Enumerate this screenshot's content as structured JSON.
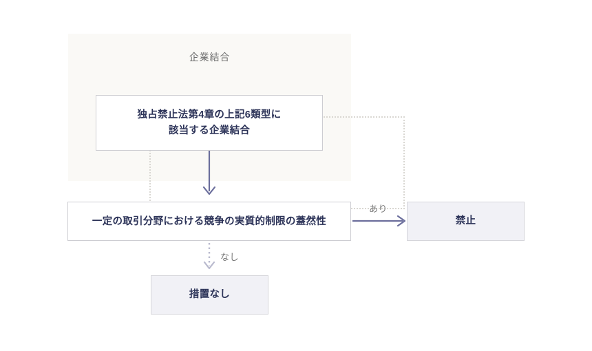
{
  "diagram": {
    "title": "企業結合",
    "group": {
      "label": "企業結合",
      "panel_color": "#faf9f6"
    },
    "nodes": {
      "merger_type": {
        "label": "独占禁止法第4章の上記6類型に\n該当する企業結合",
        "fill": "#ffffff",
        "text_color": "#2c3358"
      },
      "decision": {
        "label": "一定の取引分野における競争の実質的制限の蓋然性",
        "fill": "#ffffff",
        "text_color": "#2c3358"
      },
      "prohibited": {
        "label": "禁止",
        "fill": "#f1f1f6",
        "text_color": "#2c3358"
      },
      "no_action": {
        "label": "措置なし",
        "fill": "#f1f1f6",
        "text_color": "#2c3358"
      }
    },
    "edges": {
      "merger_to_decision": {
        "label": "",
        "style": "solid",
        "color": "#6b6e9c"
      },
      "decision_to_prohibited": {
        "label": "あり",
        "style": "solid",
        "color": "#6b6e9c"
      },
      "decision_to_no_action": {
        "label": "なし",
        "style": "dotted",
        "color": "#b9bace"
      }
    }
  }
}
